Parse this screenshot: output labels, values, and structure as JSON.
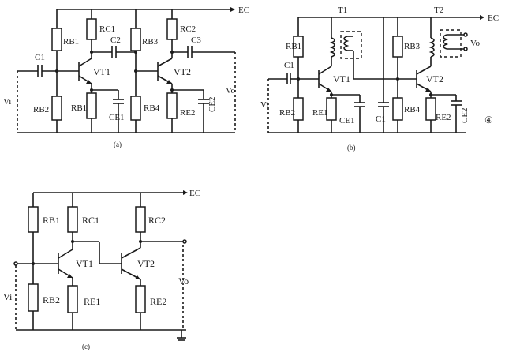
{
  "supply": "EC",
  "circuit_a": {
    "caption": "(a)",
    "resistors": [
      "RB1",
      "RB2",
      "RC1",
      "RB1",
      "RB3",
      "RB4",
      "RC2",
      "RE2"
    ],
    "capacitors": [
      "C1",
      "C2",
      "C3",
      "CE1",
      "CE2"
    ],
    "transistors": [
      "VT1",
      "VT2"
    ],
    "input": "Vi",
    "output": "Vo"
  },
  "circuit_b": {
    "caption": "(b)",
    "transformers": [
      "T1",
      "T2"
    ],
    "resistors": [
      "RB1",
      "RB2",
      "RE1",
      "RB3",
      "RB4",
      "RE2"
    ],
    "capacitors": [
      "C1",
      "CE1",
      "C1",
      "CE2"
    ],
    "transistors": [
      "VT1",
      "VT2"
    ],
    "input": "Vi",
    "output": "Vo",
    "figure_number": "④"
  },
  "circuit_c": {
    "caption": "(c)",
    "resistors": [
      "RB1",
      "RB2",
      "RC1",
      "RE1",
      "RC2",
      "RE2"
    ],
    "transistors": [
      "VT1",
      "VT2"
    ],
    "input": "Vi",
    "output": "Vo"
  }
}
